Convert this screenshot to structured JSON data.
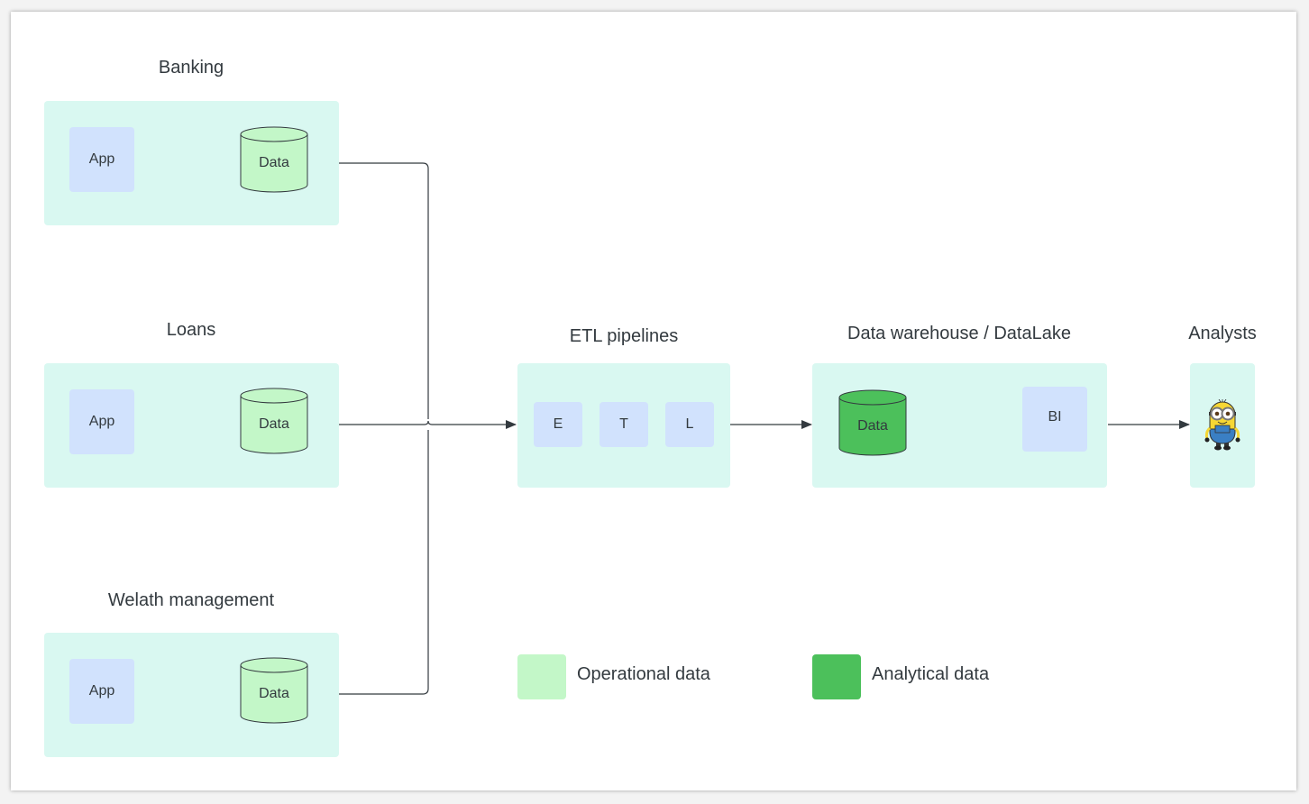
{
  "groups": {
    "banking": {
      "title": "Banking",
      "app": "App",
      "data": "Data"
    },
    "loans": {
      "title": "Loans",
      "app": "App",
      "data": "Data"
    },
    "wealth": {
      "title": "Welath management",
      "app": "App",
      "data": "Data"
    }
  },
  "etl": {
    "title": "ETL pipelines",
    "steps": [
      "E",
      "T",
      "L"
    ]
  },
  "warehouse": {
    "title": "Data warehouse / DataLake",
    "data": "Data",
    "bi": "BI"
  },
  "analysts": {
    "title": "Analysts",
    "icon": "minion-icon"
  },
  "legend": {
    "operational": {
      "label": "Operational data",
      "color": "#c3f7c8"
    },
    "analytical": {
      "label": "Analytical data",
      "color": "#4cc05b"
    }
  },
  "colors": {
    "panel": "#d9f8f1",
    "box": "#d1e2fd",
    "operational_fill": "#c3f7c8",
    "analytical_fill": "#4cc05b",
    "line": "#333a3f"
  }
}
